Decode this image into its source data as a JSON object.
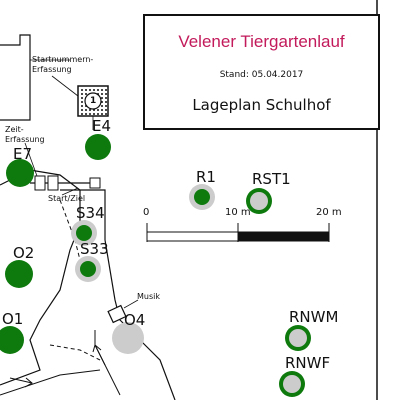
{
  "header": {
    "event_title": "Velener Tiergartenlauf",
    "stand": "Stand: 05.04.2017",
    "plan_title": "Lageplan Schulhof"
  },
  "annotations": {
    "startnummern": "Startnummern-",
    "erfassung1": "Erfassung",
    "zeit": "Zeit-",
    "erfassung2": "Erfassung",
    "start_ziel": "Start/Ziel",
    "musik": "Musik",
    "station_number": "1"
  },
  "scale": {
    "zero": "0",
    "ten": "10 m",
    "twenty": "20 m"
  },
  "markers": {
    "E4": "E4",
    "E7": "E7",
    "O2": "O2",
    "O1": "O1",
    "S34": "S34",
    "S33": "S33",
    "O4": "O4",
    "R1": "R1",
    "RST1": "RST1",
    "RNWM": "RNWM",
    "RNWF": "RNWF"
  },
  "colors": {
    "accent": "#c21a5a",
    "green": "#0e7a0e",
    "grey": "#cccccc",
    "ink": "#111111"
  }
}
